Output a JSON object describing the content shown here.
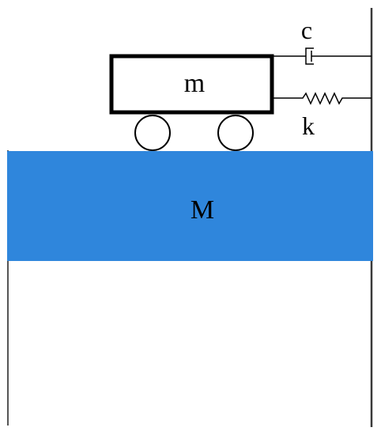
{
  "diagram": {
    "labels": {
      "small_mass": "m",
      "large_mass": "M",
      "damper": "c",
      "spring": "k"
    },
    "colors": {
      "large_mass_fill": "#2f86dc",
      "line": "#000000",
      "wall": "#3a3a3a"
    }
  }
}
